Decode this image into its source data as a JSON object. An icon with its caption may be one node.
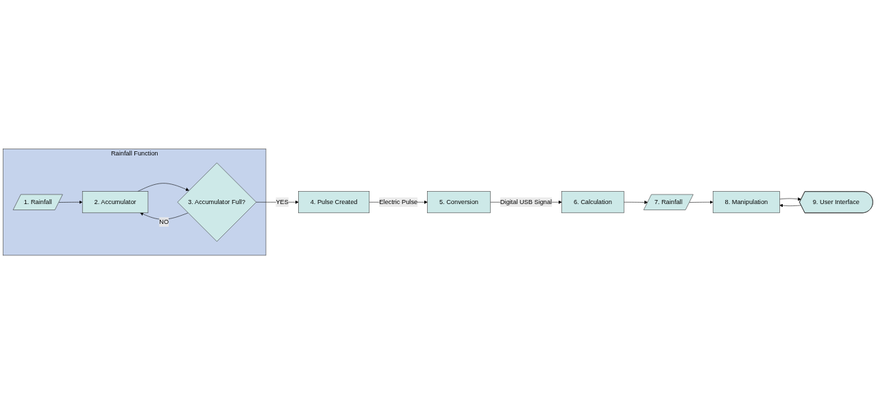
{
  "diagram": {
    "nodes": [
      {
        "text": [
          "Rainfall Function"
        ]
      },
      {
        "text": [
          "1. Rainfall"
        ],
        "in": 0
      },
      {
        "text": [
          "2. Accumulator"
        ],
        "in": 0
      },
      {
        "text": [
          "3. Accumulator Full?"
        ],
        "in": 0
      },
      {
        "text": [
          "4. Pulse Created"
        ]
      },
      {
        "text": [
          "5. Conversion"
        ]
      },
      {
        "text": [
          "6. Calculation"
        ]
      },
      {
        "text": [
          "7. Rainfall"
        ]
      },
      {
        "text": [
          "8. Manipulation"
        ]
      },
      {
        "text": [
          "9. User Interface"
        ]
      }
    ],
    "edges": [
      {
        "from": 1,
        "to": 2,
        "arrow": "to"
      },
      {
        "from": 2,
        "to": 3,
        "arrow": "to"
      },
      {
        "from": 3,
        "to": 2,
        "arrow": "to",
        "label": "NO"
      },
      {
        "from": 3,
        "to": 4,
        "arrow": "to",
        "label": "YES"
      },
      {
        "from": 4,
        "to": 5,
        "arrow": "to",
        "label": "Electric Pulse"
      },
      {
        "from": 5,
        "to": 6,
        "arrow": "to",
        "label": "Digital USB Signal"
      },
      {
        "from": 6,
        "to": 7,
        "arrow": "to"
      },
      {
        "from": 7,
        "to": 8,
        "arrow": "to"
      },
      {
        "from": 8,
        "to": 9,
        "arrow": "to"
      },
      {
        "from": 9,
        "to": 8,
        "arrow": "to"
      }
    ]
  }
}
